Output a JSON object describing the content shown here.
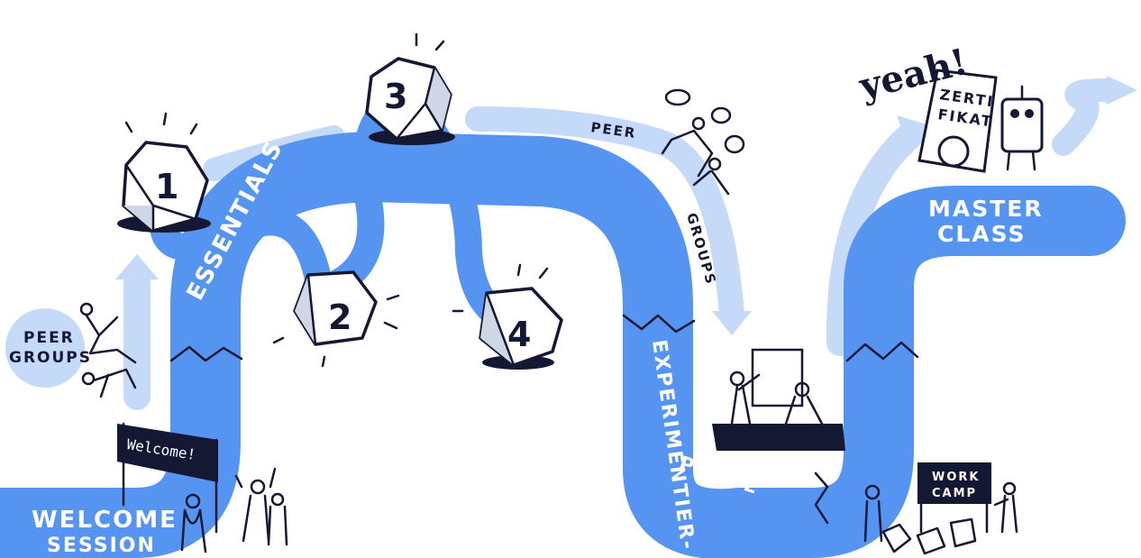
{
  "path_labels": {
    "welcome_session_line1": "WELCOME",
    "welcome_session_line2": "SESSION",
    "essentials": "ESSENTIALS",
    "experiment_line1": "EXPERIMENTIER-",
    "experiment_line2": "PHASE",
    "master_line1": "MASTER",
    "master_line2": "CLASS"
  },
  "side_labels": {
    "peer_groups_line1": "PEER",
    "peer_groups_line2": "GROUPS",
    "peer_arrow_word1": "PEER",
    "peer_arrow_word2": "GROUPS"
  },
  "signs": {
    "welcome_flag": "Welcome!",
    "workcamp_line1": "WORK",
    "workcamp_line2": "CAMP",
    "certificate_line1": "ZERTI",
    "certificate_line2": "FIKAT",
    "yeah": "yeah!"
  },
  "dice": [
    {
      "number": "1"
    },
    {
      "number": "2"
    },
    {
      "number": "3"
    },
    {
      "number": "4"
    }
  ],
  "colors": {
    "main_path": "#5594f1",
    "light_path": "#c5d9f8",
    "ink": "#141833"
  }
}
